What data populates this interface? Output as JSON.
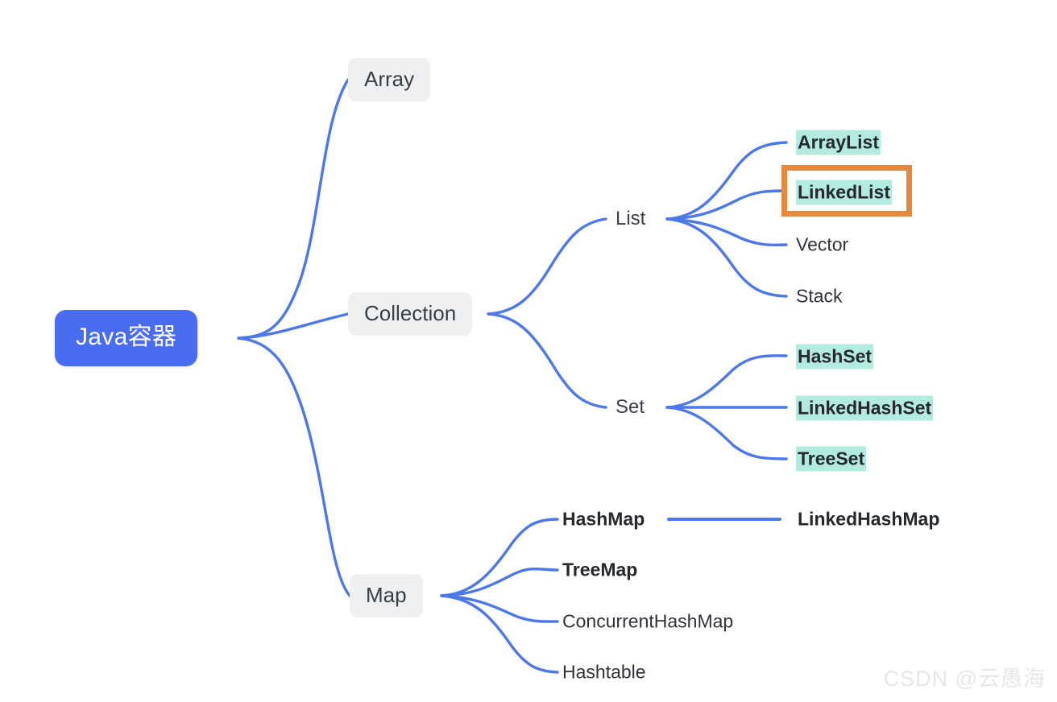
{
  "diagram": {
    "title": "Java容器",
    "type": "mindmap",
    "root": {
      "label": "Java容器",
      "color": "#4a6cf1",
      "text_color": "#ffffff"
    },
    "branches": [
      {
        "label": "Array",
        "style": "box",
        "children": []
      },
      {
        "label": "Collection",
        "style": "box",
        "children": [
          {
            "label": "List",
            "style": "plain",
            "children": [
              {
                "label": "ArrayList",
                "bold": true,
                "highlight": true
              },
              {
                "label": "LinkedList",
                "bold": true,
                "highlight": true,
                "selected": true
              },
              {
                "label": "Vector",
                "bold": false,
                "highlight": false
              },
              {
                "label": "Stack",
                "bold": false,
                "highlight": false
              }
            ]
          },
          {
            "label": "Set",
            "style": "plain",
            "children": [
              {
                "label": "HashSet",
                "bold": true,
                "highlight": true
              },
              {
                "label": "LinkedHashSet",
                "bold": true,
                "highlight": true
              },
              {
                "label": "TreeSet",
                "bold": true,
                "highlight": true
              }
            ]
          }
        ]
      },
      {
        "label": "Map",
        "style": "box",
        "children": [
          {
            "label": "HashMap",
            "bold": true,
            "highlight": false,
            "linked_to": "LinkedHashMap"
          },
          {
            "label": "TreeMap",
            "bold": true,
            "highlight": false
          },
          {
            "label": "ConcurrentHashMap",
            "bold": false,
            "highlight": false
          },
          {
            "label": "Hashtable",
            "bold": false,
            "highlight": false
          }
        ]
      }
    ],
    "extra_nodes": [
      {
        "label": "LinkedHashMap",
        "bold": true,
        "highlight": false
      }
    ]
  },
  "colors": {
    "edge": "#4d78e8",
    "root_fill": "#4a6cf1",
    "box_fill": "#eef0f2",
    "highlight": "#b4ebe0",
    "selection_border": "#e5893f",
    "text": "#3b3f45",
    "watermark": "#e7e7e9"
  },
  "watermark": {
    "text": "CSDN @云愚海"
  }
}
